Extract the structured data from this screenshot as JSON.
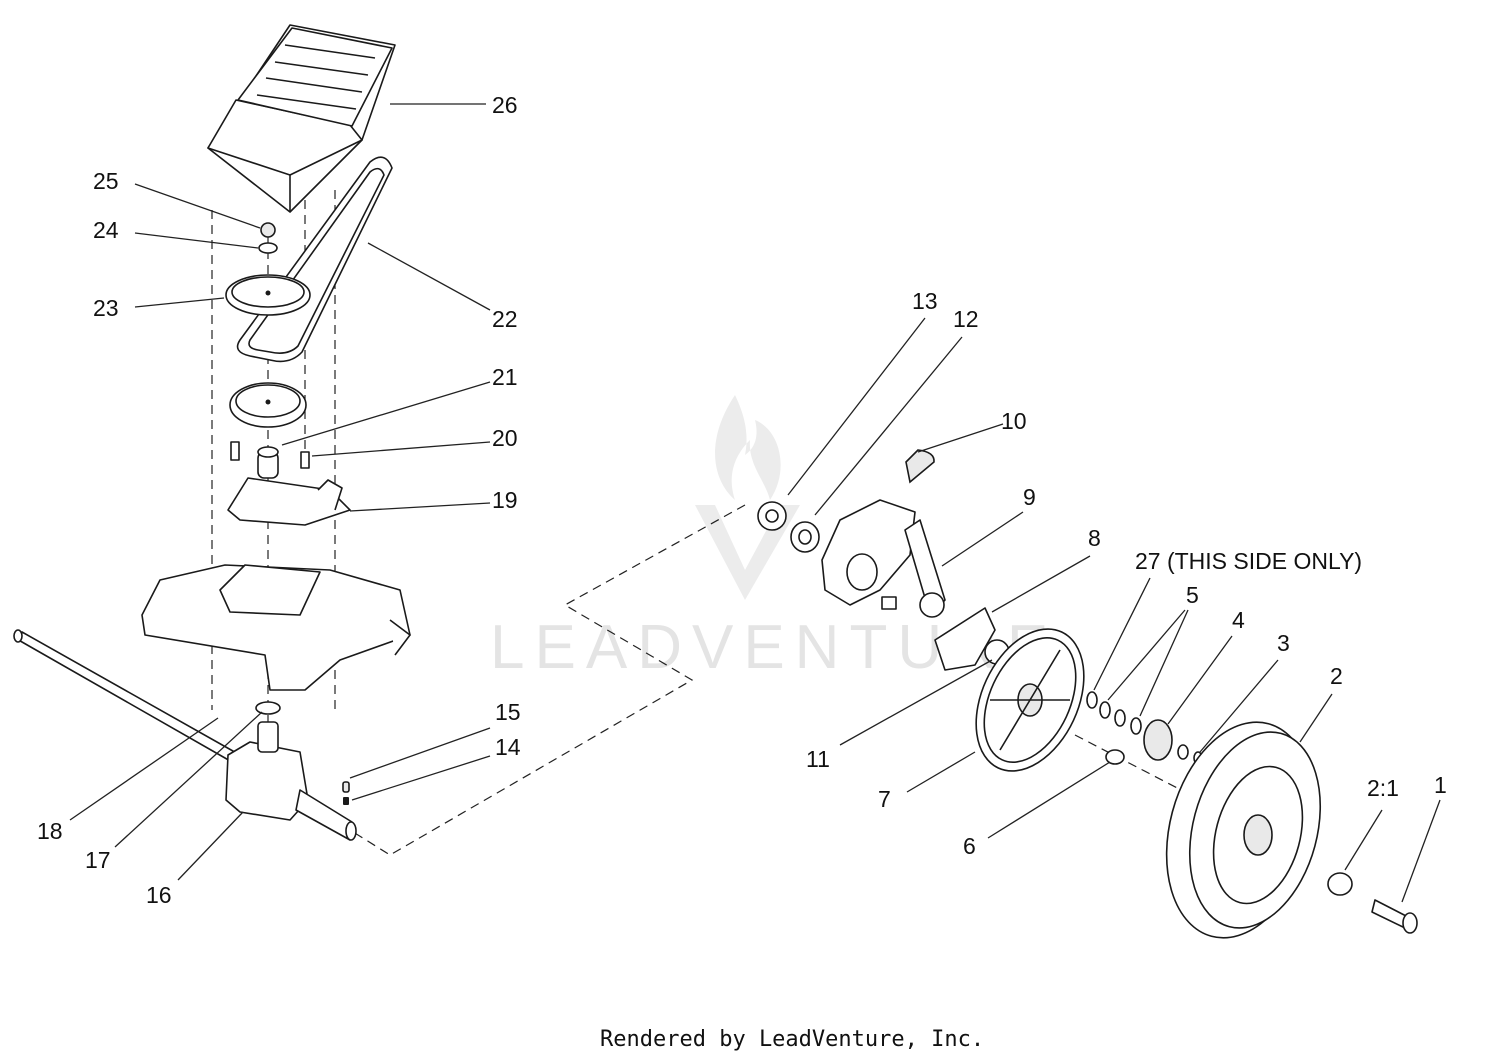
{
  "callouts": {
    "p26": "26",
    "p25": "25",
    "p24": "24",
    "p23": "23",
    "p22": "22",
    "p21": "21",
    "p20": "20",
    "p19": "19",
    "p18": "18",
    "p17": "17",
    "p16": "16",
    "p15": "15",
    "p14": "14",
    "p13": "13",
    "p12": "12",
    "p11": "11",
    "p10": "10",
    "p9": "9",
    "p8": "8",
    "p7": "7",
    "p6": "6",
    "p5": "5",
    "p4": "4",
    "p3": "3",
    "p2": "2",
    "p2_1": "2:1",
    "p1": "1",
    "p27": "27 (THIS SIDE ONLY)"
  },
  "watermark": {
    "text": "LEADVENTURE"
  },
  "footer": {
    "text": "Rendered by LeadVenture, Inc."
  },
  "colors": {
    "line": "#1a1a1a",
    "watermark": "#e4e4e4",
    "background": "#ffffff"
  }
}
